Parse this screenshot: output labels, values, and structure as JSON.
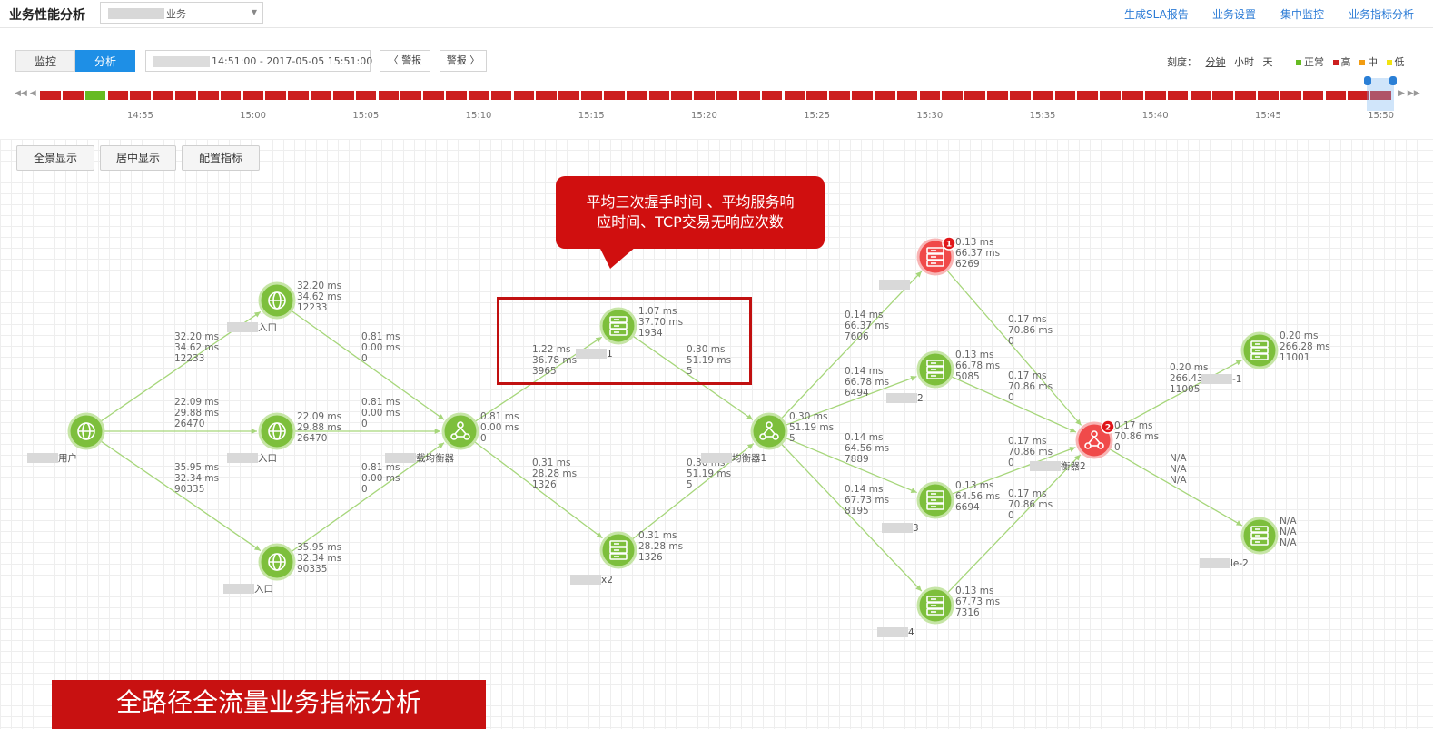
{
  "header": {
    "title": "业务性能分析",
    "business_select": "‌业务",
    "links": [
      "生成SLA报告",
      "业务设置",
      "集中监控",
      "业务指标分析"
    ]
  },
  "toolbar": {
    "tab_monitor": "监控",
    "tab_analysis": "分析",
    "time_range": "14:51:00 - 2017-05-05 15:51:00",
    "prev_alarm": "〈 警报",
    "next_alarm": "警报 〉",
    "scale_label": "刻度：",
    "scale_options": [
      "分钟",
      "小时",
      "天"
    ],
    "legend": [
      {
        "label": "正常",
        "color": "#66bb22"
      },
      {
        "label": "高",
        "color": "#cc1f1f"
      },
      {
        "label": "中",
        "color": "#f29c11"
      },
      {
        "label": "低",
        "color": "#f2e311"
      }
    ]
  },
  "timeline": {
    "ticks": [
      "14:55",
      "15:00",
      "15:05",
      "15:10",
      "15:15",
      "15:20",
      "15:25",
      "15:30",
      "15:35",
      "15:40",
      "15:45",
      "15:50"
    ],
    "normal_color": "#66bb22",
    "alarm_color": "#cc1f1f"
  },
  "graph_toolbar": {
    "panorama": "全景显示",
    "center": "居中显示",
    "config": "配置指标"
  },
  "callout": {
    "line1": "平均三次握手时间 、平均服务响",
    "line2": "应时间、TCP交易无响应次数"
  },
  "banner": "全路径全流量业务指标分析",
  "nodes": [
    {
      "id": "user",
      "label": "用户",
      "icon": "globe-icon",
      "status": "normal",
      "metrics": []
    },
    {
      "id": "entry1",
      "label": "入口",
      "icon": "globe-icon",
      "status": "normal",
      "metrics": [
        "32.20 ms",
        "34.62 ms",
        "12233"
      ]
    },
    {
      "id": "entry2",
      "label": "入口",
      "icon": "globe-icon",
      "status": "normal",
      "metrics": [
        "22.09 ms",
        "29.88 ms",
        "26470"
      ]
    },
    {
      "id": "entry3",
      "label": "入口",
      "icon": "globe-icon",
      "status": "normal",
      "metrics": [
        "35.95 ms",
        "32.34 ms",
        "90335"
      ]
    },
    {
      "id": "lb0",
      "label": "载均衡器",
      "icon": "load-balancer-icon",
      "status": "normal",
      "metrics": [
        "0.81 ms",
        "0.00 ms",
        "0"
      ]
    },
    {
      "id": "srv1",
      "label": "1",
      "icon": "server-icon",
      "status": "normal",
      "metrics": [
        "1.07 ms",
        "37.70 ms",
        "1934"
      ]
    },
    {
      "id": "srv2",
      "label": "x2",
      "icon": "server-icon",
      "status": "normal",
      "metrics": [
        "0.31 ms",
        "28.28 ms",
        "1326"
      ]
    },
    {
      "id": "lb1",
      "label": "均衡器1",
      "icon": "load-balancer-icon",
      "status": "normal",
      "metrics": [
        "0.30 ms",
        "51.19 ms",
        "5"
      ]
    },
    {
      "id": "app1",
      "label": "",
      "icon": "server-icon",
      "status": "alarm",
      "badge": "1",
      "metrics": [
        "0.13 ms",
        "66.37 ms",
        "6269"
      ]
    },
    {
      "id": "app2",
      "label": "2",
      "icon": "server-icon",
      "status": "normal",
      "metrics": [
        "0.13 ms",
        "66.78 ms",
        "5085"
      ]
    },
    {
      "id": "app3",
      "label": "3",
      "icon": "server-icon",
      "status": "normal",
      "metrics": [
        "0.13 ms",
        "64.56 ms",
        "6694"
      ]
    },
    {
      "id": "app4",
      "label": "4",
      "icon": "server-icon",
      "status": "normal",
      "metrics": [
        "0.13 ms",
        "67.73 ms",
        "7316"
      ]
    },
    {
      "id": "lb2",
      "label": "衡器2",
      "icon": "load-balancer-icon",
      "status": "alarm",
      "badge": "2",
      "metrics": [
        "0.17 ms",
        "70.86 ms",
        "0"
      ]
    },
    {
      "id": "db1",
      "label": "-1",
      "icon": "server-icon",
      "status": "normal",
      "metrics": [
        "0.20 ms",
        "266.28 ms",
        "11001"
      ]
    },
    {
      "id": "db2",
      "label": "le-2",
      "icon": "server-icon",
      "status": "normal",
      "metrics": [
        "N/A",
        "N/A",
        "N/A"
      ]
    }
  ],
  "links": [
    {
      "from": "user",
      "to": "entry1",
      "metrics": [
        "32.20 ms",
        "34.62 ms",
        "12233"
      ]
    },
    {
      "from": "user",
      "to": "entry2",
      "metrics": [
        "22.09 ms",
        "29.88 ms",
        "26470"
      ]
    },
    {
      "from": "user",
      "to": "entry3",
      "metrics": [
        "35.95 ms",
        "32.34 ms",
        "90335"
      ]
    },
    {
      "from": "entry1",
      "to": "lb0",
      "metrics": [
        "0.81 ms",
        "0.00 ms",
        "0"
      ]
    },
    {
      "from": "entry2",
      "to": "lb0",
      "metrics": [
        "0.81 ms",
        "0.00 ms",
        "0"
      ]
    },
    {
      "from": "entry3",
      "to": "lb0",
      "metrics": [
        "0.81 ms",
        "0.00 ms",
        "0"
      ]
    },
    {
      "from": "lb0",
      "to": "srv1",
      "metrics": [
        "1.22 ms",
        "36.78 ms",
        "3965"
      ]
    },
    {
      "from": "lb0",
      "to": "srv2",
      "metrics": [
        "0.31 ms",
        "28.28 ms",
        "1326"
      ]
    },
    {
      "from": "srv1",
      "to": "lb1",
      "metrics": [
        "0.30 ms",
        "51.19 ms",
        "5"
      ]
    },
    {
      "from": "srv2",
      "to": "lb1",
      "metrics": [
        "0.30 ms",
        "51.19 ms",
        "5"
      ]
    },
    {
      "from": "lb1",
      "to": "app1",
      "metrics": [
        "0.14 ms",
        "66.37 ms",
        "7606"
      ]
    },
    {
      "from": "lb1",
      "to": "app2",
      "metrics": [
        "0.14 ms",
        "66.78 ms",
        "6494"
      ]
    },
    {
      "from": "lb1",
      "to": "app3",
      "metrics": [
        "0.14 ms",
        "64.56 ms",
        "7889"
      ]
    },
    {
      "from": "lb1",
      "to": "app4",
      "metrics": [
        "0.14 ms",
        "67.73 ms",
        "8195"
      ]
    },
    {
      "from": "app1",
      "to": "lb2",
      "metrics": [
        "0.17 ms",
        "70.86 ms",
        "0"
      ]
    },
    {
      "from": "app2",
      "to": "lb2",
      "metrics": [
        "0.17 ms",
        "70.86 ms",
        "0"
      ]
    },
    {
      "from": "app3",
      "to": "lb2",
      "metrics": [
        "0.17 ms",
        "70.86 ms",
        "0"
      ]
    },
    {
      "from": "app4",
      "to": "lb2",
      "metrics": [
        "0.17 ms",
        "70.86 ms",
        "0"
      ]
    },
    {
      "from": "lb2",
      "to": "db1",
      "metrics": [
        "0.20 ms",
        "266.43 ms",
        "11005"
      ]
    },
    {
      "from": "lb2",
      "to": "db2",
      "metrics": [
        "N/A",
        "N/A",
        "N/A"
      ]
    }
  ]
}
